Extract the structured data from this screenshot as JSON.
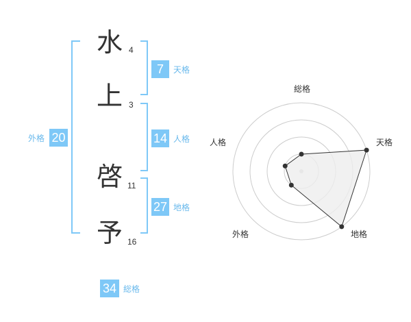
{
  "colors": {
    "accent": "#7ec8f7",
    "accent_text": "#69b9ec",
    "text": "#333333",
    "radar_fill": "#eeeeee",
    "radar_ring": "#cccccc"
  },
  "name": {
    "chars": [
      {
        "char": "水",
        "strokes": "4"
      },
      {
        "char": "上",
        "strokes": "3"
      },
      {
        "char": "啓",
        "strokes": "11"
      },
      {
        "char": "予",
        "strokes": "16"
      }
    ]
  },
  "fortunes": {
    "tenkaku": {
      "value": "7",
      "label": "天格"
    },
    "jinkaku": {
      "value": "14",
      "label": "人格"
    },
    "chikaku": {
      "value": "27",
      "label": "地格"
    },
    "gaikaku": {
      "value": "20",
      "label": "外格"
    },
    "soukaku": {
      "value": "34",
      "label": "総格"
    }
  },
  "radar": {
    "labels": {
      "soukaku": "総格",
      "tenkaku": "天格",
      "chikaku": "地格",
      "gaikaku": "外格",
      "jinkaku": "人格"
    },
    "levels": 4,
    "values": {
      "soukaku": 1,
      "tenkaku": 4,
      "chikaku": 4,
      "gaikaku": 1,
      "jinkaku": 1
    }
  }
}
